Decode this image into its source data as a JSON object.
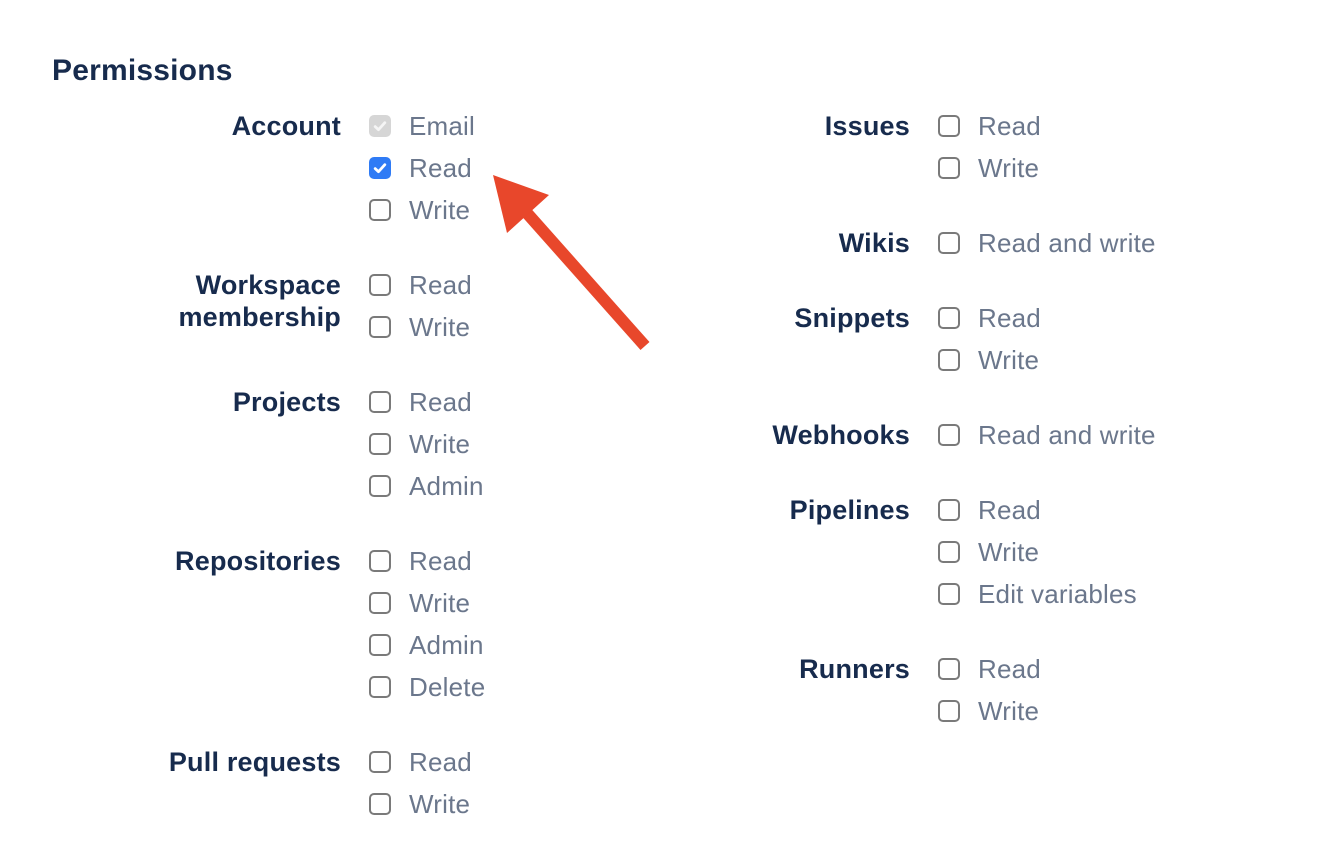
{
  "heading": "Permissions",
  "colors": {
    "heading-navy": "#172b4d",
    "group-label-navy": "#172b4d",
    "option-gray": "#6b778c",
    "checkbox-border": "#7a7a7a",
    "checkbox-checked-blue": "#2f7bf5",
    "checkbox-disabled-bg": "#d6d6d6",
    "checkbox-disabled-check": "#f5f5f5",
    "arrow-red": "#e8472b"
  },
  "columns": [
    {
      "groups": [
        {
          "label": "Account",
          "options": [
            {
              "label": "Email",
              "checked": true,
              "disabled": true
            },
            {
              "label": "Read",
              "checked": true,
              "disabled": false
            },
            {
              "label": "Write",
              "checked": false,
              "disabled": false
            }
          ]
        },
        {
          "label": "Workspace membership",
          "options": [
            {
              "label": "Read",
              "checked": false,
              "disabled": false
            },
            {
              "label": "Write",
              "checked": false,
              "disabled": false
            }
          ]
        },
        {
          "label": "Projects",
          "options": [
            {
              "label": "Read",
              "checked": false,
              "disabled": false
            },
            {
              "label": "Write",
              "checked": false,
              "disabled": false
            },
            {
              "label": "Admin",
              "checked": false,
              "disabled": false
            }
          ]
        },
        {
          "label": "Repositories",
          "options": [
            {
              "label": "Read",
              "checked": false,
              "disabled": false
            },
            {
              "label": "Write",
              "checked": false,
              "disabled": false
            },
            {
              "label": "Admin",
              "checked": false,
              "disabled": false
            },
            {
              "label": "Delete",
              "checked": false,
              "disabled": false
            }
          ]
        },
        {
          "label": "Pull requests",
          "options": [
            {
              "label": "Read",
              "checked": false,
              "disabled": false
            },
            {
              "label": "Write",
              "checked": false,
              "disabled": false
            }
          ]
        }
      ]
    },
    {
      "groups": [
        {
          "label": "Issues",
          "options": [
            {
              "label": "Read",
              "checked": false,
              "disabled": false
            },
            {
              "label": "Write",
              "checked": false,
              "disabled": false
            }
          ]
        },
        {
          "label": "Wikis",
          "options": [
            {
              "label": "Read and write",
              "checked": false,
              "disabled": false
            }
          ]
        },
        {
          "label": "Snippets",
          "options": [
            {
              "label": "Read",
              "checked": false,
              "disabled": false
            },
            {
              "label": "Write",
              "checked": false,
              "disabled": false
            }
          ]
        },
        {
          "label": "Webhooks",
          "options": [
            {
              "label": "Read and write",
              "checked": false,
              "disabled": false
            }
          ]
        },
        {
          "label": "Pipelines",
          "options": [
            {
              "label": "Read",
              "checked": false,
              "disabled": false
            },
            {
              "label": "Write",
              "checked": false,
              "disabled": false
            },
            {
              "label": "Edit variables",
              "checked": false,
              "disabled": false
            }
          ]
        },
        {
          "label": "Runners",
          "options": [
            {
              "label": "Read",
              "checked": false,
              "disabled": false
            },
            {
              "label": "Write",
              "checked": false,
              "disabled": false
            }
          ]
        }
      ]
    }
  ],
  "annotation": {
    "type": "arrow",
    "color": "#e8472b",
    "points_to": "checkbox-account-read"
  }
}
